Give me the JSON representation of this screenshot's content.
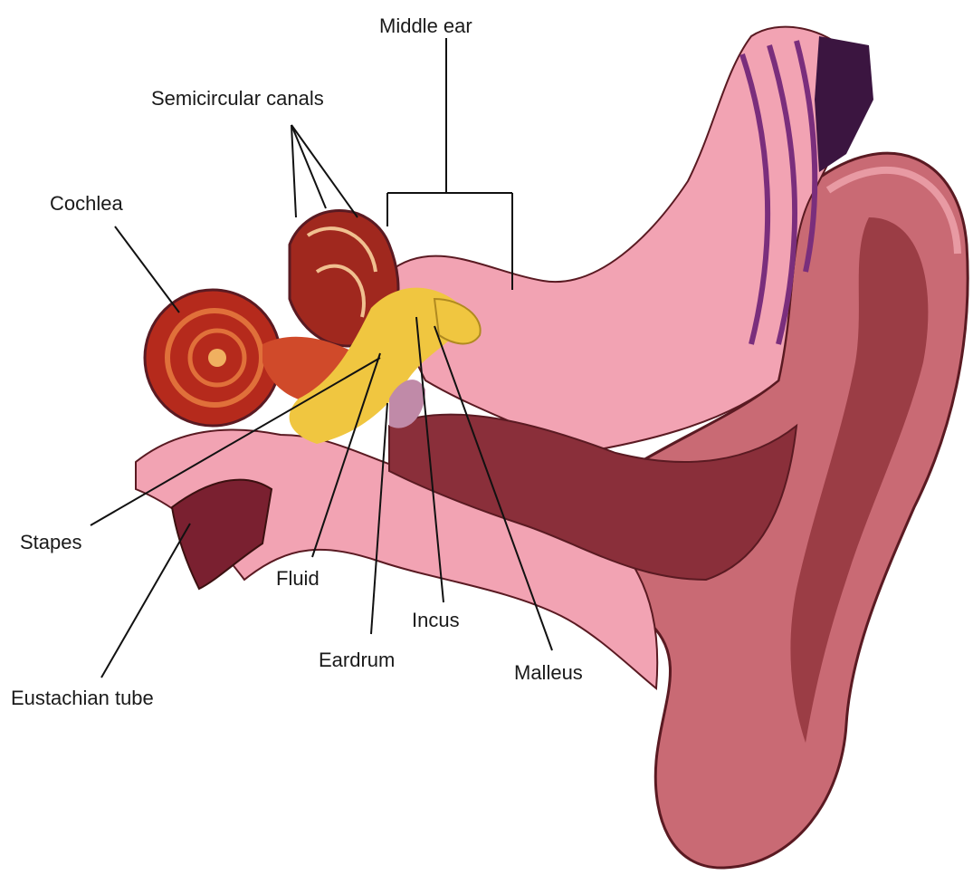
{
  "diagram": {
    "labels": {
      "middle_ear": "Middle ear",
      "semicircular_canals": "Semicircular canals",
      "cochlea": "Cochlea",
      "stapes": "Stapes",
      "eustachian_tube": "Eustachian tube",
      "fluid": "Fluid",
      "eardrum": "Eardrum",
      "incus": "Incus",
      "malleus": "Malleus"
    },
    "colors": {
      "skin": "#f2a3b3",
      "skin_light": "#f7c2cc",
      "canal_dark": "#8a2f3a",
      "cochlea": "#b52a1c",
      "fluid": "#f0c640",
      "outline": "#5a1a22",
      "purple_accent": "#7a2e7c",
      "leader_line": "#111111"
    }
  }
}
